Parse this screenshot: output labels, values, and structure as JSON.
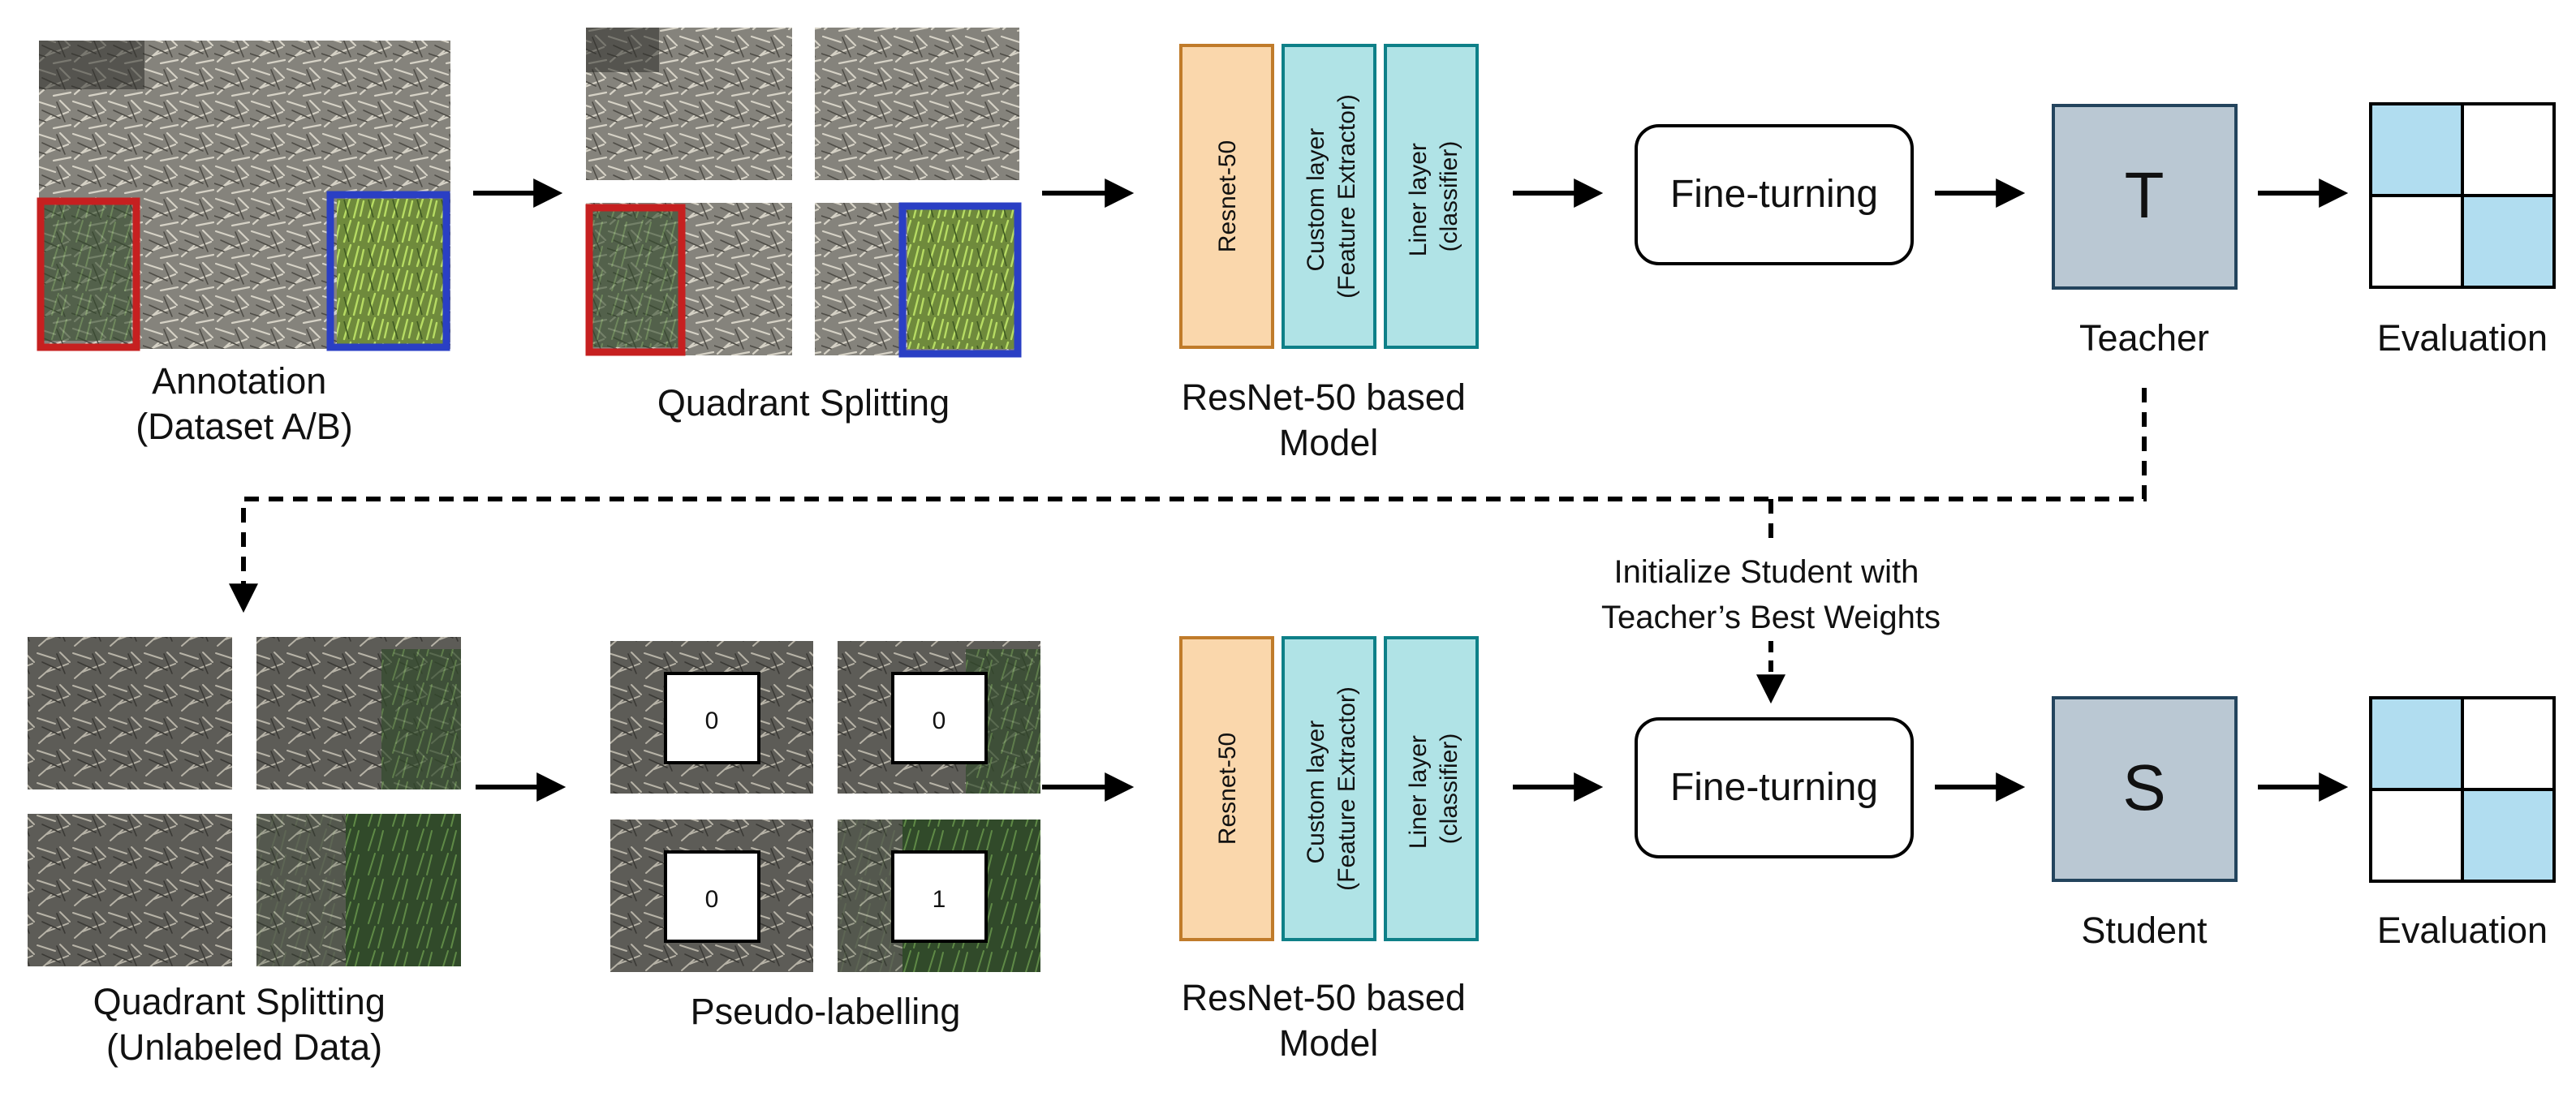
{
  "top_row": {
    "annotation_label": [
      "Annotation",
      "(Dataset A/B)"
    ],
    "quadrant_label": "Quadrant Splitting",
    "model": {
      "resnet": "Resnet-50",
      "custom": [
        "Custom layer",
        "(Feature Extractor)"
      ],
      "liner": [
        "Liner layer",
        "(classifier)"
      ],
      "caption": [
        "ResNet-50 based",
        "Model"
      ]
    },
    "finetune_label": "Fine-turning",
    "role_letter": "T",
    "role_label": "Teacher",
    "eval_label": "Evaluation"
  },
  "init_note": [
    "Initialize Student with",
    "Teacher’s Best Weights"
  ],
  "bottom_row": {
    "quadrant_label": [
      "Quadrant Splitting",
      "(Unlabeled Data)"
    ],
    "pseudo_label": "Pseudo-labelling",
    "pseudo_values": [
      "0",
      "0",
      "0",
      "1"
    ],
    "model": {
      "resnet": "Resnet-50",
      "custom": [
        "Custom layer",
        "(Feature Extractor)"
      ],
      "liner": [
        "Liner layer",
        "(classifier)"
      ],
      "caption": [
        "ResNet-50 based",
        "Model"
      ]
    },
    "finetune_label": "Fine-turning",
    "role_letter": "S",
    "role_label": "Student",
    "eval_label": "Evaluation"
  },
  "colors": {
    "resnet_fill": "#fad7ac",
    "resnet_stroke": "#c07b2a",
    "layer_fill": "#b0e3e6",
    "layer_stroke": "#0e8088",
    "role_fill": "#bac8d3",
    "role_stroke": "#23445d",
    "eval_fill": "#b1ddf0",
    "eval_stroke": "#10739e",
    "annot_red": "#c62020",
    "annot_blue": "#2a3fc4"
  }
}
